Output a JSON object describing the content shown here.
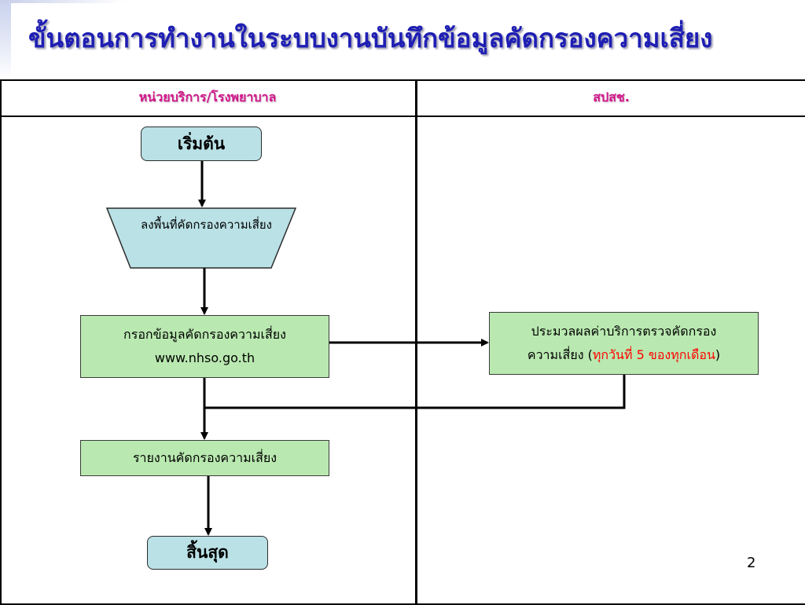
{
  "title": "ขั้นตอนการทำงานในระบบงานบันทึกข้อมูลคัดกรองความเสี่ยง",
  "columns": {
    "left": "หน่วยบริการ/โรงพยาบาล",
    "right": "สปสช."
  },
  "nodes": {
    "start": "เริ่มต้น",
    "manual_input": "ลงพื้นที่คัดกรองความเสี่ยง",
    "enter_data": "กรอกข้อมูลคัดกรองความเสี่ยง",
    "website": "www.nhso.go.th",
    "process_line1": "ประมวลผลค่าบริการตรวจคัดกรอง",
    "process_line2_prefix": "ความเสี่ยง (",
    "process_highlight": "ทุกวันที่ 5 ของทุกเดือน",
    "process_line2_suffix": ")",
    "report": "รายงานคัดกรองความเสี่ยง",
    "end": "สิ้นสุด"
  },
  "page_number": "2",
  "colors": {
    "title": "#1e1eb4",
    "column_header": "#d1178a",
    "terminal_fill": "#b9e1e6",
    "process_fill": "#b9e9b0",
    "highlight": "#ff0000"
  }
}
